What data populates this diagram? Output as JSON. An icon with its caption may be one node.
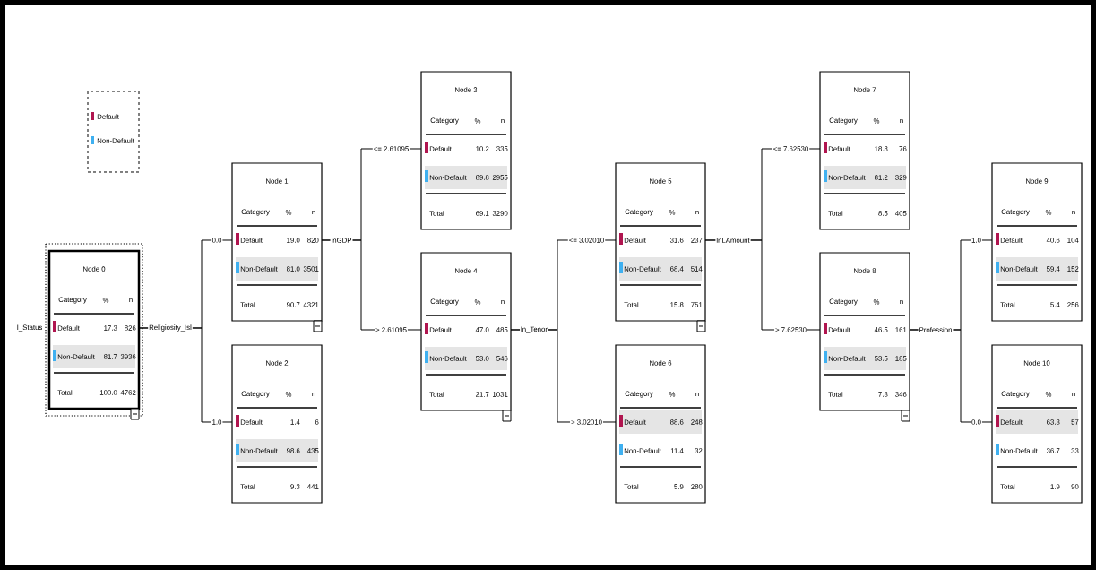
{
  "diagram": {
    "nodes": [
      {
        "text": [
          "Node 0",
          "Category",
          "%",
          "n",
          "Default",
          "17.3",
          "826",
          "Non-Default",
          "81.7",
          "3936",
          "Total",
          "100.0",
          "4762"
        ]
      },
      {
        "text": [
          "Node 1",
          "Category",
          "%",
          "n",
          "Default",
          "19.0",
          "820",
          "Non-Default",
          "81.0",
          "3501",
          "Total",
          "90.7",
          "4321"
        ]
      },
      {
        "text": [
          "Node 2",
          "Category",
          "%",
          "n",
          "Default",
          "1.4",
          "6",
          "Non-Default",
          "98.6",
          "435",
          "Total",
          "9.3",
          "441"
        ]
      },
      {
        "text": [
          "Node 3",
          "Category",
          "%",
          "n",
          "Default",
          "10.2",
          "335",
          "Non-Default",
          "89.8",
          "2955",
          "Total",
          "69.1",
          "3290"
        ]
      },
      {
        "text": [
          "Node 4",
          "Category",
          "%",
          "n",
          "Default",
          "47.0",
          "485",
          "Non-Default",
          "53.0",
          "546",
          "Total",
          "21.7",
          "1031"
        ]
      },
      {
        "text": [
          "Node 5",
          "Category",
          "%",
          "n",
          "Default",
          "31.6",
          "237",
          "Non-Default",
          "68.4",
          "514",
          "Total",
          "15.8",
          "751"
        ]
      },
      {
        "text": [
          "Node 6",
          "Category",
          "%",
          "n",
          "Default",
          "88.6",
          "248",
          "Non-Default",
          "11.4",
          "32",
          "Total",
          "5.9",
          "280"
        ]
      },
      {
        "text": [
          "Node 7",
          "Category",
          "%",
          "n",
          "Default",
          "18.8",
          "76",
          "Non-Default",
          "81.2",
          "329",
          "Total",
          "8.5",
          "405"
        ]
      },
      {
        "text": [
          "Node 8",
          "Category",
          "%",
          "n",
          "Default",
          "46.5",
          "161",
          "Non-Default",
          "53.5",
          "185",
          "Total",
          "7.3",
          "346"
        ]
      },
      {
        "text": [
          "Node 9",
          "Category",
          "%",
          "n",
          "Default",
          "40.6",
          "104",
          "Non-Default",
          "59.4",
          "152",
          "Total",
          "5.4",
          "256"
        ]
      },
      {
        "text": [
          "Node 10",
          "Category",
          "%",
          "n",
          "Default",
          "63.3",
          "57",
          "Non-Default",
          "36.7",
          "33",
          "Total",
          "1.9",
          "90"
        ]
      }
    ],
    "edges": [
      {
        "from": 0,
        "to": 1,
        "arrow": "none",
        "label": "0.0"
      },
      {
        "from": 0,
        "to": 2,
        "arrow": "none",
        "label": "1.0"
      },
      {
        "from": 1,
        "to": 3,
        "arrow": "none",
        "label": "<= 2.61095"
      },
      {
        "from": 1,
        "to": 4,
        "arrow": "none",
        "label": "> 2.61095"
      },
      {
        "from": 4,
        "to": 5,
        "arrow": "none",
        "label": "<= 3.02010"
      },
      {
        "from": 4,
        "to": 6,
        "arrow": "none",
        "label": "> 3.02010"
      },
      {
        "from": 5,
        "to": 7,
        "arrow": "none",
        "label": "<= 7.62530"
      },
      {
        "from": 5,
        "to": 8,
        "arrow": "none",
        "label": "> 7.62530"
      },
      {
        "from": 8,
        "to": 9,
        "arrow": "none",
        "label": "1.0"
      },
      {
        "from": 8,
        "to": 10,
        "arrow": "none",
        "label": "0.0"
      }
    ],
    "labels": [
      "I_Status",
      "Religiosity_Isl",
      "lnGDP",
      "ln_Tenor",
      "lnLAmount",
      "Profession"
    ],
    "legend": [
      {
        "text": "Default",
        "color": "#b0154f"
      },
      {
        "text": "Non-Default",
        "color": "#3fb0f0"
      }
    ]
  }
}
